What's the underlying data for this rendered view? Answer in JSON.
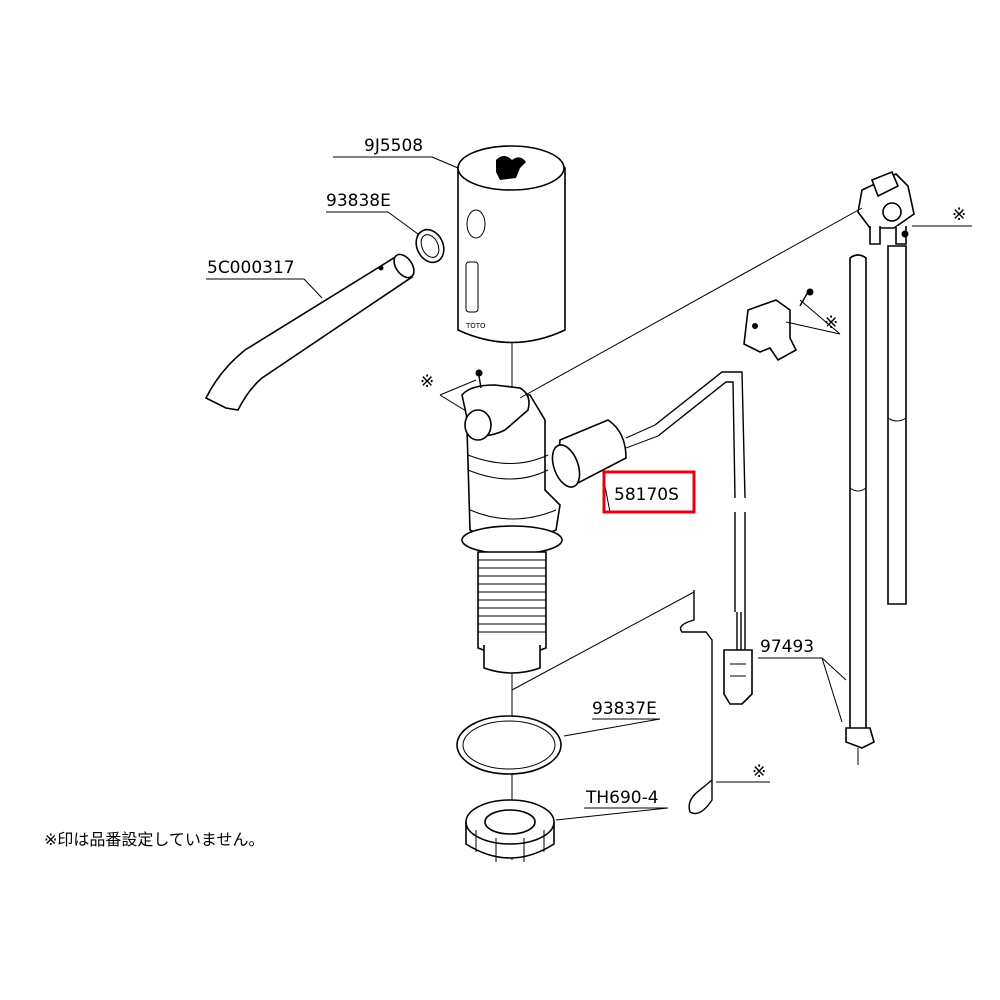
{
  "parts": {
    "p1": "9J5508",
    "p2": "93838E",
    "p3": "5C000317",
    "p4": "58170S",
    "p5": "93837E",
    "p6": "TH690-4",
    "p7": "97493"
  },
  "marker": "※",
  "note": "※印は品番設定していません。",
  "highlight_color": "#e60012"
}
